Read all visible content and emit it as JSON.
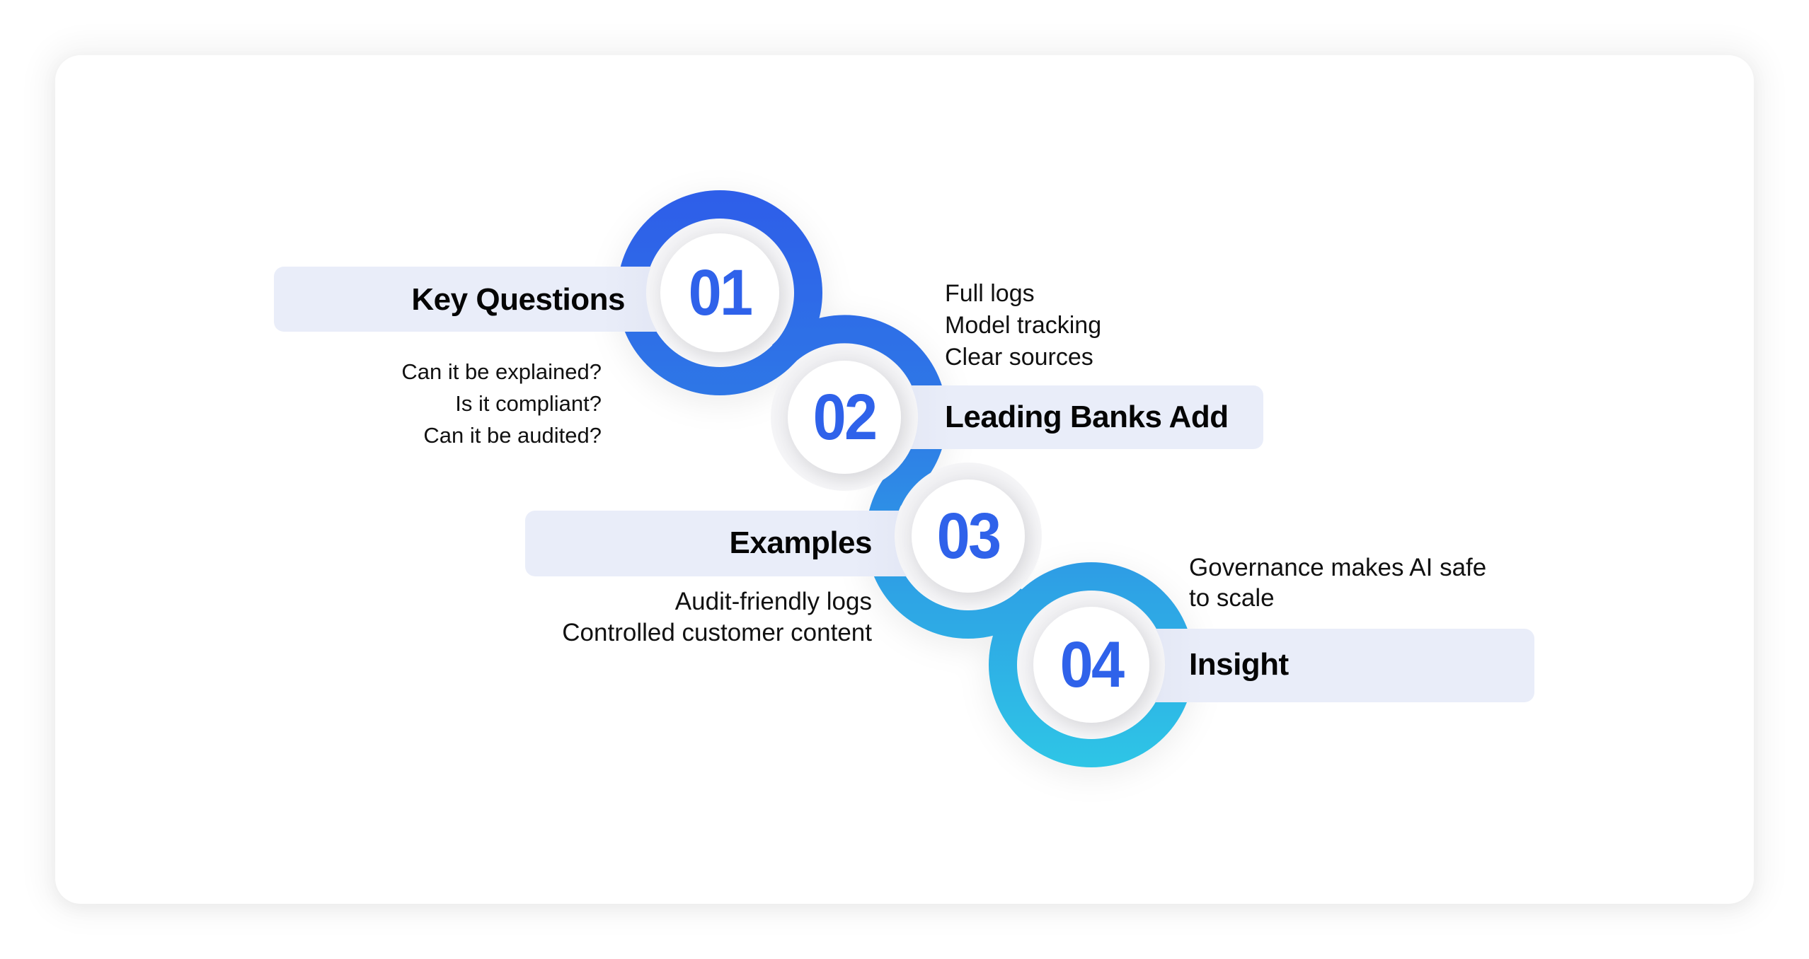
{
  "colors": {
    "number": "#2f62ea",
    "ring_top": "#2d5ee9",
    "ring_mid": "#2f86e4",
    "ring_bottom": "#2ec6e6",
    "bar": "#e9edf9",
    "heading": "#050505",
    "body_text": "#111111"
  },
  "steps": [
    {
      "number": "01",
      "title": "Key Questions",
      "lines": [
        "Can it be explained?",
        "Is it compliant?",
        "Can it be audited?"
      ]
    },
    {
      "number": "02",
      "title": "Leading Banks Add",
      "lines": [
        "Full logs",
        "Model tracking",
        "Clear sources"
      ]
    },
    {
      "number": "03",
      "title": "Examples",
      "lines": [
        "Audit-friendly logs",
        "Controlled customer content"
      ]
    },
    {
      "number": "04",
      "title": "Insight",
      "lines": [
        "Governance makes AI safe",
        "to scale"
      ]
    }
  ]
}
